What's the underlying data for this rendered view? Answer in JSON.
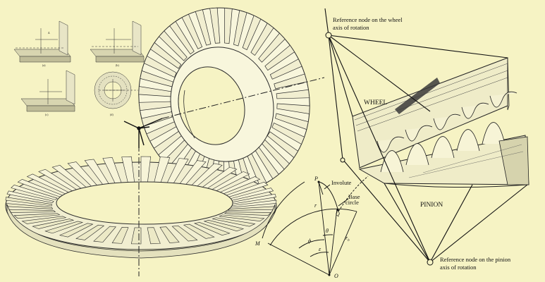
{
  "colors": {
    "background": "#f6f3c4",
    "gear_fill": "#f8f6dc",
    "gear_stroke": "#2b2b2b",
    "mesh_fill": "#efecc8",
    "line": "#111111"
  },
  "annotations": {
    "wheel_node_line1": "Reference node on the wheel",
    "wheel_node_line2": "axis of rotation",
    "pinion_node_line1": "Reference node on the pinion",
    "pinion_node_line2": "axis of rotation",
    "wheel_label": "WHEEL",
    "pinion_label": "PINION"
  },
  "involute_diagram": {
    "involute_label": "Involute",
    "base_circle_line1": "Base",
    "base_circle_line2": "circle",
    "point_p": "P",
    "point_q": "Q",
    "point_m": "M",
    "point_o": "O",
    "sym_r": "r",
    "sym_rb": "r",
    "sym_rb_sub": "b",
    "sym_theta": "θ",
    "sym_phi": "ϕ",
    "sym_eps": "ε"
  },
  "thumbnails": {
    "a_caption": "(a)",
    "b_caption": "(b)",
    "c_caption": "(c)",
    "d_caption": "(d)"
  },
  "icons": [
    "triad-axes-icon",
    "reference-node-icon"
  ]
}
